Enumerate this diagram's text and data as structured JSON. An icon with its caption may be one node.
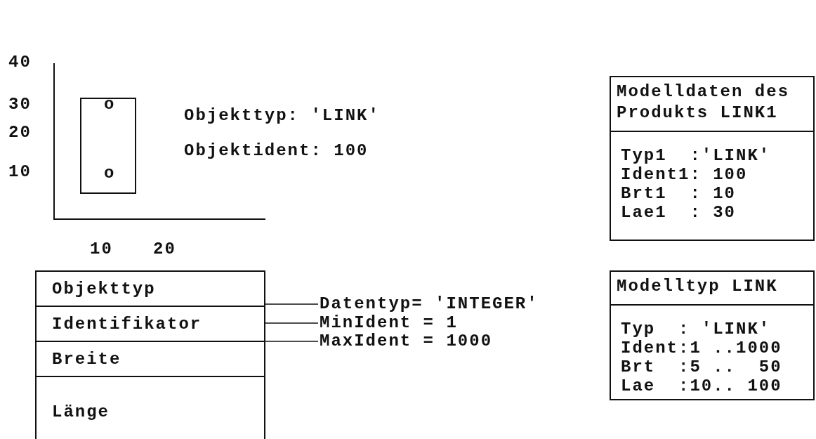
{
  "diagram": {
    "nodes": [
      {
        "text": [
          "Objekttyp"
        ]
      },
      {
        "text": [
          "Identifikator"
        ]
      },
      {
        "text": [
          "Breite"
        ]
      },
      {
        "text": [
          "Länge"
        ]
      },
      {
        "text": [
          "Datentyp= 'INTEGER'"
        ]
      },
      {
        "text": [
          "MinIdent = 1"
        ]
      },
      {
        "text": [
          "MaxIdent = 1000"
        ]
      },
      {
        "text": [
          "Modelldaten des Produkts LINK1",
          "Typ1  :'LINK'",
          "Ident1: 100",
          "Brt1  : 10",
          "Lae1  : 30"
        ]
      },
      {
        "text": [
          "Modelltyp LINK",
          "Typ  : 'LINK'",
          "Ident:1 ..1000",
          "Brt  :5 ..  50",
          "Lae  :10.. 100"
        ]
      }
    ],
    "edges": [
      {
        "from": 4,
        "to": 1,
        "arrow": "none"
      },
      {
        "from": 5,
        "to": 1,
        "arrow": "none"
      },
      {
        "from": 6,
        "to": 1,
        "arrow": "none"
      }
    ],
    "labels": [
      "40",
      "30",
      "o",
      "Objekttyp: 'LINK'",
      "20",
      "Objektident: 100",
      "10",
      "o",
      "10",
      "20"
    ]
  }
}
